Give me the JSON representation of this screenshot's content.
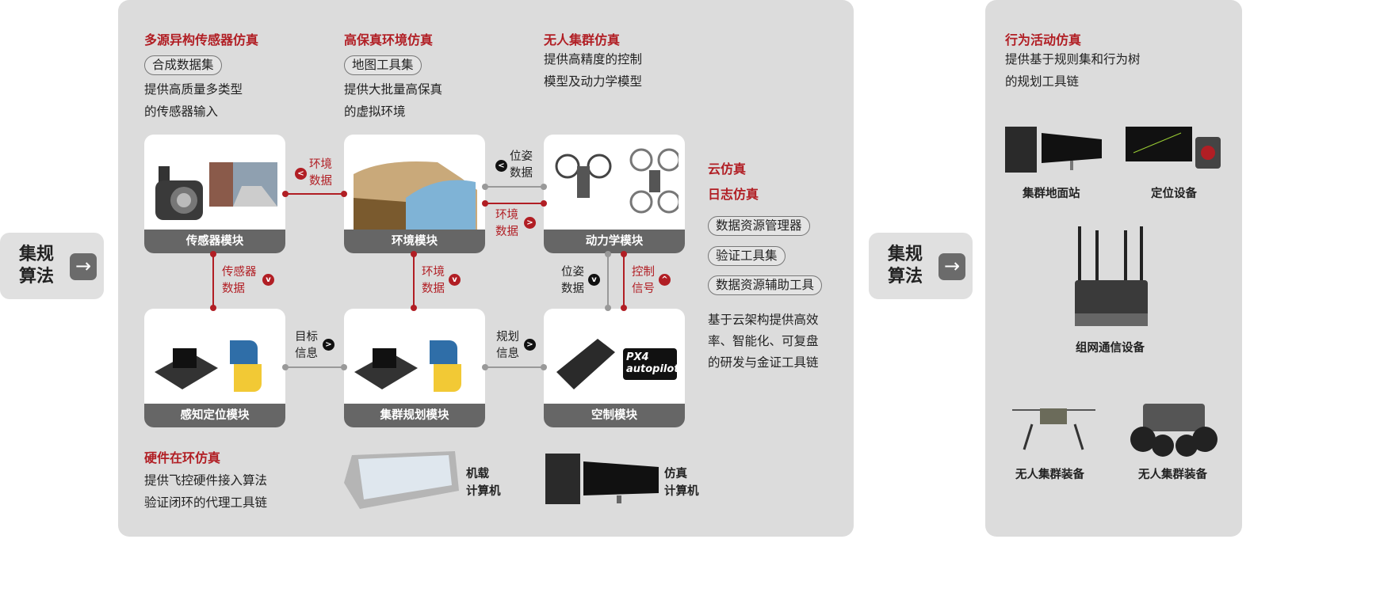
{
  "algo_box": {
    "line1": "集规",
    "line2": "算法",
    "arrow_icon": "arrow-right-icon"
  },
  "col1": {
    "title": "多源异构传感器仿真",
    "pill": "合成数据集",
    "desc": [
      "提供高质量多类型",
      "的传感器输入"
    ]
  },
  "col2": {
    "title": "高保真环境仿真",
    "pill": "地图工具集",
    "desc": [
      "提供大批量高保真",
      "的虚拟环境"
    ]
  },
  "col3": {
    "title": "无人集群仿真",
    "desc": [
      "提供高精度的控制",
      "模型及动力学模型"
    ]
  },
  "cloud": {
    "title1": "云仿真",
    "title2": "日志仿真",
    "pills": [
      "数据资源管理器",
      "验证工具集",
      "数据资源辅助工具"
    ],
    "desc": [
      "基于云架构提供高效",
      "率、智能化、可复盘",
      "的研发与金证工具链"
    ]
  },
  "modules": {
    "sensor": "传感器模块",
    "env": "环境模块",
    "dyn": "动力学模块",
    "perception": "感知定位模块",
    "planning": "集群规划模块",
    "control": "空制模块"
  },
  "links": {
    "sensor_env": [
      "环境",
      "数据"
    ],
    "env_dyn_pose": [
      "位姿",
      "数据"
    ],
    "env_dyn_env": [
      "环境",
      "数据"
    ],
    "sensor_down": [
      "传感器",
      "数据"
    ],
    "env_down": [
      "环境",
      "数据"
    ],
    "dyn_down": [
      "位姿",
      "数据"
    ],
    "ctrl_up": [
      "控制",
      "信号"
    ],
    "perc_plan": [
      "目标",
      "信息"
    ],
    "plan_ctrl": [
      "规划",
      "信息"
    ]
  },
  "hil": {
    "title": "硬件在环仿真",
    "desc": [
      "提供飞控硬件接入算法",
      "验证闭环的代理工具链"
    ]
  },
  "computers": {
    "onboard": [
      "机载",
      "计算机"
    ],
    "sim": [
      "仿真",
      "计算机"
    ]
  },
  "px4_logo": "PX4 autopilot",
  "right": {
    "title": "行为活动仿真",
    "desc": [
      "提供基于规则集和行为树",
      "的规划工具链"
    ],
    "devices": [
      "集群地面站",
      "定位设备",
      "组网通信设备",
      "无人集群装备",
      "无人集群装备"
    ]
  },
  "colors": {
    "accent": "#b11e24",
    "panel": "#dcdcdc",
    "band": "#666666"
  }
}
